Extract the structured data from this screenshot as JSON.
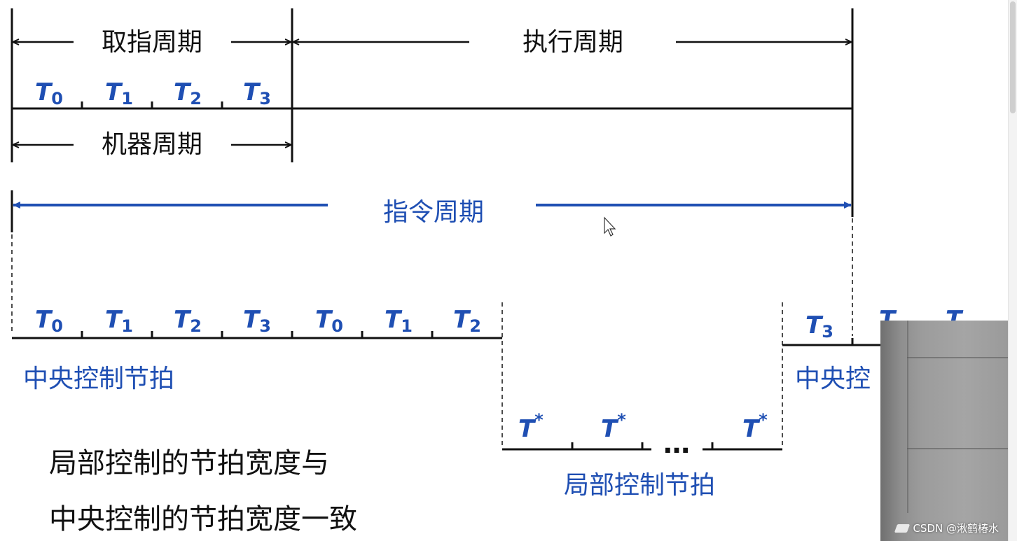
{
  "labels": {
    "fetch_cycle": "取指周期",
    "exec_cycle": "执行周期",
    "machine_cycle": "机器周期",
    "instr_cycle": "指令周期",
    "central_beat": "中央控制节拍",
    "central_beat_partial": "中央控",
    "local_beat": "局部控制节拍",
    "ellipsis": "…"
  },
  "ticks": {
    "top": [
      {
        "base": "T",
        "sub": "0"
      },
      {
        "base": "T",
        "sub": "1"
      },
      {
        "base": "T",
        "sub": "2"
      },
      {
        "base": "T",
        "sub": "3"
      }
    ],
    "central": [
      {
        "base": "T",
        "sub": "0"
      },
      {
        "base": "T",
        "sub": "1"
      },
      {
        "base": "T",
        "sub": "2"
      },
      {
        "base": "T",
        "sub": "3"
      },
      {
        "base": "T",
        "sub": "0"
      },
      {
        "base": "T",
        "sub": "1"
      },
      {
        "base": "T",
        "sub": "2"
      }
    ],
    "right": {
      "base": "T",
      "sub": "3"
    },
    "local": [
      {
        "base": "T",
        "sup": "*"
      },
      {
        "base": "T",
        "sup": "*"
      },
      {
        "base": "T",
        "sup": "*"
      }
    ],
    "clipped": [
      "T",
      "T"
    ]
  },
  "notes": {
    "line1": "局部控制的节拍宽度与",
    "line2": "中央控制的节拍宽度一致"
  },
  "watermark": {
    "text": "CSDN @湫鹤椿水"
  },
  "colors": {
    "blue": "#1f4fb3",
    "black": "#111111"
  }
}
